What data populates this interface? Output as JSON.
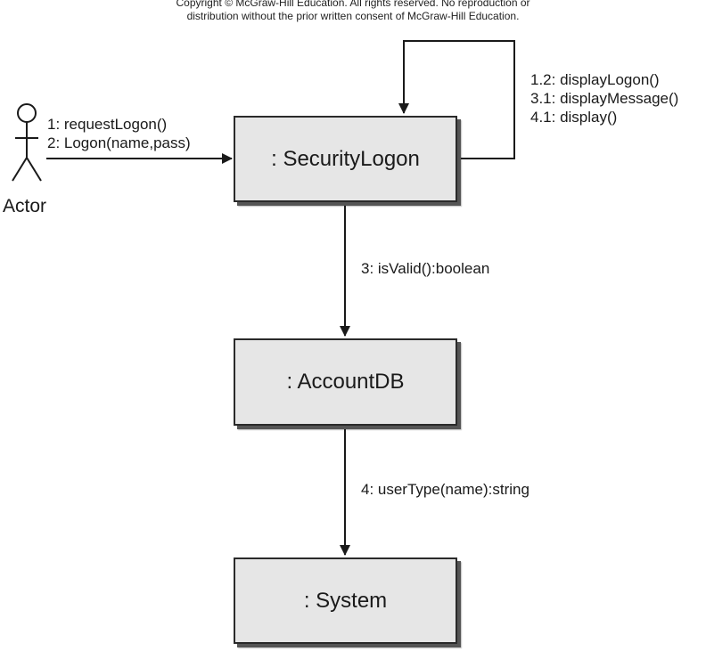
{
  "copyright": {
    "line1": "Copyright © McGraw-Hill Education. All rights reserved. No reproduction or",
    "line2": "distribution without the prior written consent of McGraw-Hill Education."
  },
  "actor": {
    "label": "Actor"
  },
  "objects": {
    "security_logon": ": SecurityLogon",
    "account_db": ": AccountDB",
    "system": ": System"
  },
  "messages": {
    "actor_to_security": [
      "1: requestLogon()",
      "2: Logon(name,pass)"
    ],
    "self_loop": [
      "1.2: displayLogon()",
      "3.1: displayMessage()",
      "4.1: display()"
    ],
    "security_to_account": "3: isValid():boolean",
    "account_to_system": "4: userType(name):string"
  },
  "colors": {
    "box_fill": "#e6e6e6",
    "line": "#1a1a1a"
  }
}
